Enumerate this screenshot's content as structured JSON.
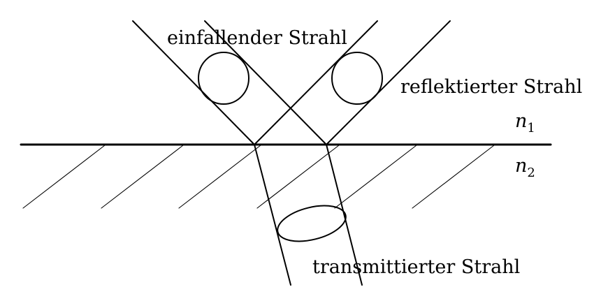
{
  "labels": {
    "incident": "einfallender Strahl",
    "reflected": "reflektierter Strahl",
    "transmitted": "transmittierter Strahl"
  },
  "media": {
    "n1": {
      "symbol": "n",
      "subscript": "1"
    },
    "n2": {
      "symbol": "n",
      "subscript": "2"
    }
  },
  "colors": {
    "stroke": "#000000",
    "background": "#ffffff"
  }
}
